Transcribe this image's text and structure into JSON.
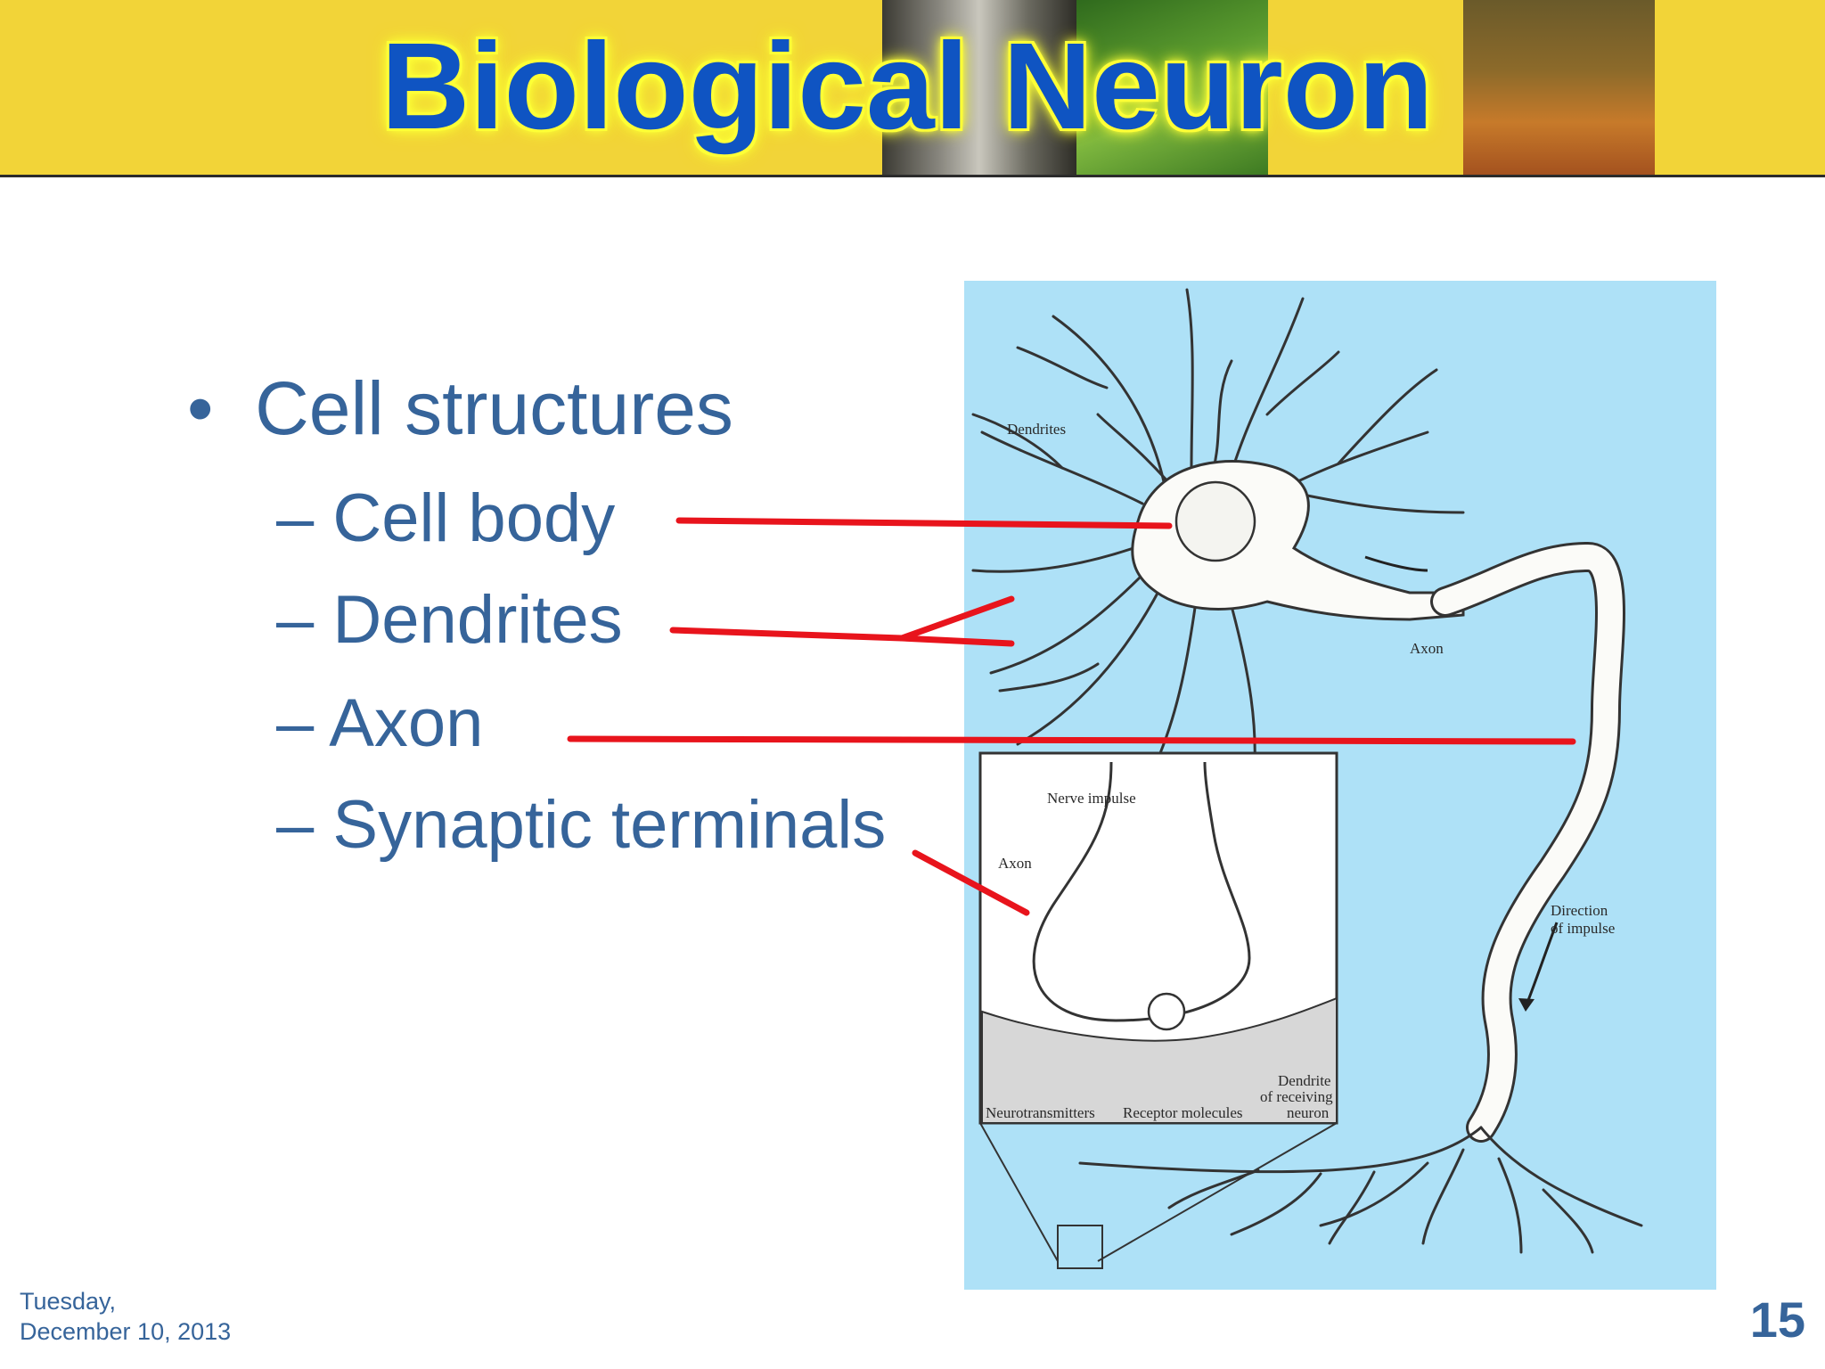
{
  "slide": {
    "title": "Biological Neuron",
    "bullets": {
      "main": "Cell structures",
      "sub": [
        "Cell body",
        "Dendrites",
        "Axon",
        "Synaptic terminals"
      ]
    },
    "footer_date_line1": "Tuesday,",
    "footer_date_line2": "December 10, 2013",
    "page_number": "15"
  },
  "figure": {
    "labels": {
      "dendrites": "Dendrites",
      "axon": "Axon",
      "direction_line1": "Direction",
      "direction_line2": "of impulse",
      "nerve_impulse": "Nerve impulse",
      "inset_axon": "Axon",
      "neurotransmitters": "Neurotransmitters",
      "receptor_molecules": "Receptor molecules",
      "dendrite_line1": "Dendrite",
      "dendrite_line2": "of receiving",
      "dendrite_line3": "neuron"
    }
  },
  "colors": {
    "header_bg": "#f2d438",
    "title": "#0f54c2",
    "title_glow": "#ffff3a",
    "body_text": "#36649a",
    "figure_bg": "#aee1f7",
    "pointer_lines": "#e8141c"
  }
}
